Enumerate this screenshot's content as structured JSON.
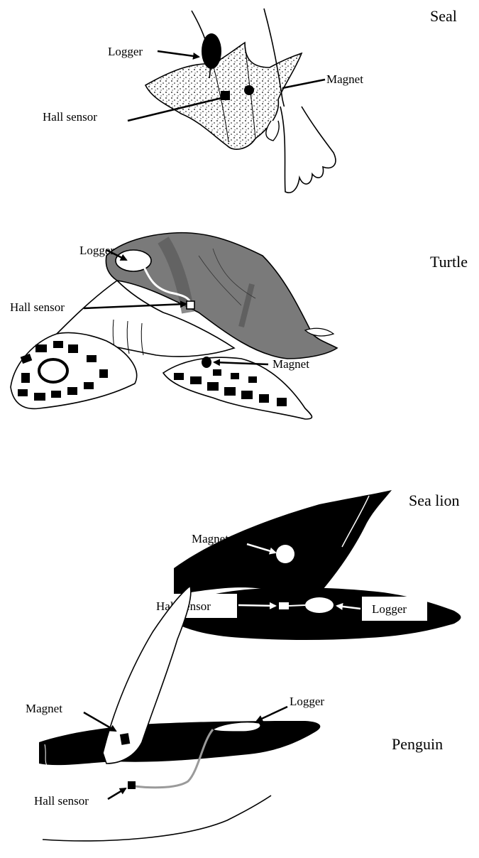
{
  "panels": {
    "seal": {
      "title": "Seal",
      "logger": "Logger",
      "magnet": "Magnet",
      "hall_sensor": "Hall sensor"
    },
    "turtle": {
      "title": "Turtle",
      "logger": "Logger",
      "magnet": "Magnet",
      "hall_sensor": "Hall sensor"
    },
    "sealion": {
      "title": "Sea lion",
      "logger": "Logger",
      "magnet": "Magnet",
      "hall_sensor": "Hall sensor"
    },
    "penguin": {
      "title": "Penguin",
      "logger": "Logger",
      "magnet": "Magnet",
      "hall_sensor": "Hall sensor"
    }
  },
  "colors": {
    "ink": "#000000",
    "paper": "#ffffff",
    "turtle_shell": "#7a7a7a",
    "turtle_shell_dark": "#5a5a5a",
    "penguin_cable": "#9a9a9a"
  }
}
